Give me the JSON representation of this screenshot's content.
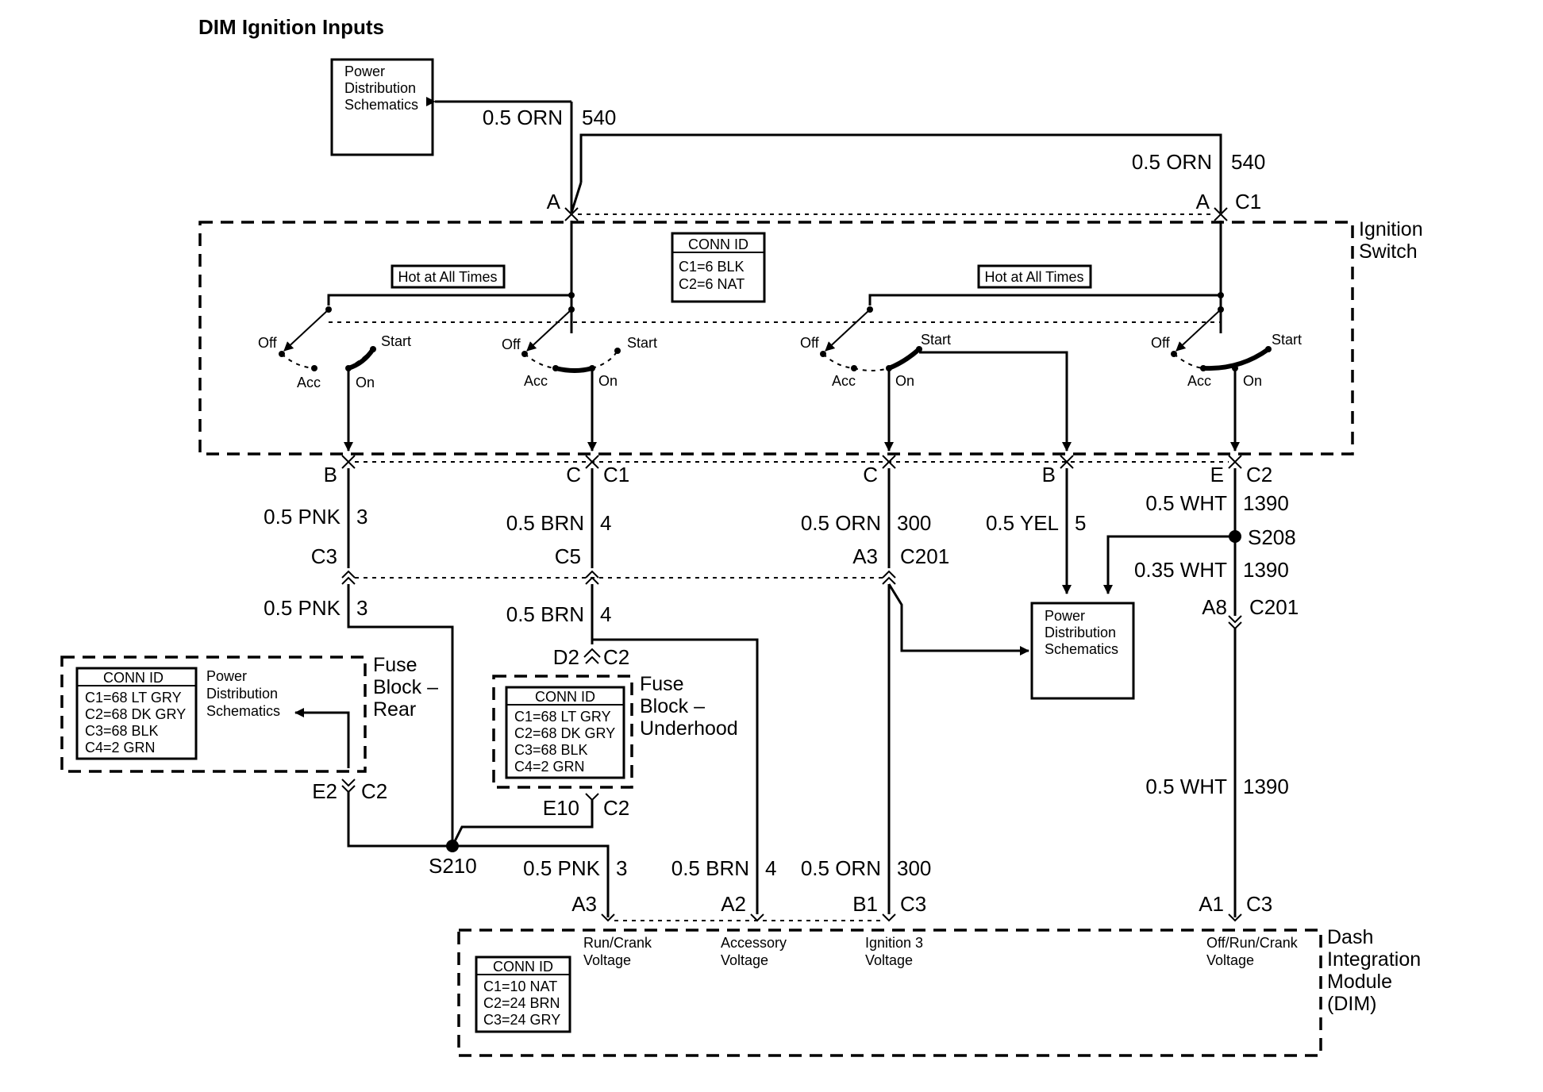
{
  "title": "DIM Ignition Inputs",
  "power_dist_top": [
    "Power",
    "Distribution",
    "Schematics"
  ],
  "power_dist_right": [
    "Power",
    "Distribution",
    "Schematics"
  ],
  "power_dist_left": [
    "Power",
    "Distribution",
    "Schematics"
  ],
  "ignition_switch": {
    "label": [
      "Ignition",
      "Switch"
    ],
    "hot_label": "Hot at All Times",
    "conn": {
      "header": "CONN ID",
      "lines": [
        "C1=6 BLK",
        "C2=6 NAT"
      ]
    },
    "positions": {
      "off": "Off",
      "acc": "Acc",
      "on": "On",
      "start": "Start"
    }
  },
  "wires": {
    "top_left": {
      "color": "0.5 ORN",
      "circuit": "540"
    },
    "top_right": {
      "color": "0.5 ORN",
      "circuit": "540"
    },
    "pnk_upper": {
      "color": "0.5 PNK",
      "circuit": "3"
    },
    "pnk_mid": {
      "color": "0.5 PNK",
      "circuit": "3"
    },
    "pnk_low": {
      "color": "0.5 PNK",
      "circuit": "3"
    },
    "brn_upper": {
      "color": "0.5 BRN",
      "circuit": "4"
    },
    "brn_mid": {
      "color": "0.5 BRN",
      "circuit": "4"
    },
    "brn_low": {
      "color": "0.5 BRN",
      "circuit": "4"
    },
    "orn_upper": {
      "color": "0.5 ORN",
      "circuit": "300"
    },
    "orn_low": {
      "color": "0.5 ORN",
      "circuit": "300"
    },
    "yel": {
      "color": "0.5 YEL",
      "circuit": "5"
    },
    "wht_upper": {
      "color": "0.5 WHT",
      "circuit": "1390"
    },
    "wht_035": {
      "color": "0.35 WHT",
      "circuit": "1390"
    },
    "wht_low": {
      "color": "0.5 WHT",
      "circuit": "1390"
    }
  },
  "pins": {
    "a_left": "A",
    "a_right": "A",
    "c1_top": "C1",
    "b1": "B",
    "c_a": "C",
    "c1_mid": "C1",
    "c_b": "C",
    "b2": "B",
    "e": "E",
    "c2_mid": "C2",
    "c3": "C3",
    "c5": "C5",
    "a3_c201": "A3",
    "c201_a": "C201",
    "a8": "A8",
    "c201_b": "C201",
    "d2": "D2",
    "c2_d2": "C2",
    "e2": "E2",
    "c2_e2": "C2",
    "e10": "E10",
    "c2_e10": "C2",
    "dim_a3": "A3",
    "dim_a2": "A2",
    "dim_b1": "B1",
    "dim_c3a": "C3",
    "dim_a1": "A1",
    "dim_c3b": "C3"
  },
  "splices": {
    "s208": "S208",
    "s210": "S210"
  },
  "fuse_rear": {
    "label": [
      "Fuse",
      "Block –",
      "Rear"
    ],
    "conn": {
      "header": "CONN ID",
      "lines": [
        "C1=68 LT GRY",
        "C2=68 DK GRY",
        "C3=68 BLK",
        "C4=2 GRN"
      ]
    }
  },
  "fuse_underhood": {
    "label": [
      "Fuse",
      "Block –",
      "Underhood"
    ],
    "conn": {
      "header": "CONN ID",
      "lines": [
        "C1=68 LT GRY",
        "C2=68 DK GRY",
        "C3=68 BLK",
        "C4=2 GRN"
      ]
    }
  },
  "dim": {
    "label": [
      "Dash",
      "Integration",
      "Module",
      "(DIM)"
    ],
    "conn": {
      "header": "CONN ID",
      "lines": [
        "C1=10 NAT",
        "C2=24 BRN",
        "C3=24 GRY"
      ]
    },
    "inputs": [
      [
        "Run/Crank",
        "Voltage"
      ],
      [
        "Accessory",
        "Voltage"
      ],
      [
        "Ignition 3",
        "Voltage"
      ],
      [
        "Off/Run/Crank",
        "Voltage"
      ]
    ]
  }
}
